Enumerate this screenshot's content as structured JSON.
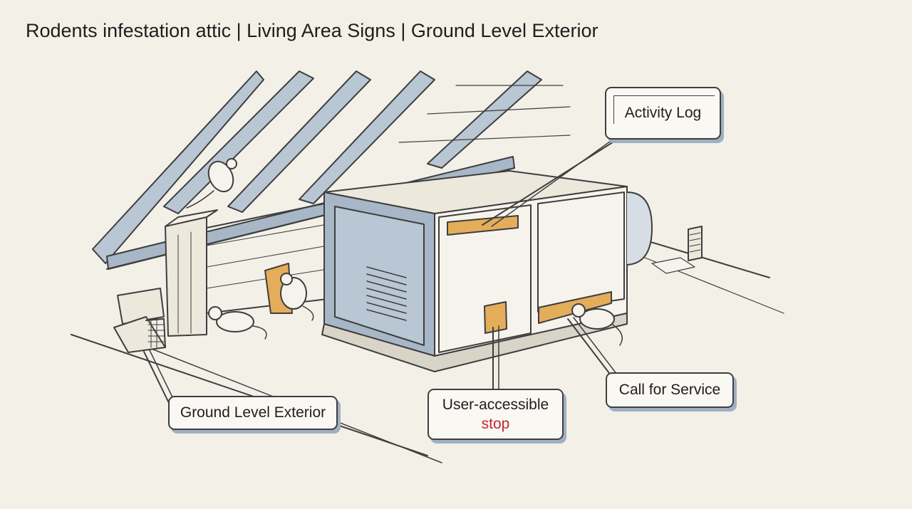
{
  "header": {
    "title": "Rodents infestation attic | Living Area Signs | Ground Level Exterior"
  },
  "callouts": {
    "activity_log": "Activity Log",
    "ground_level": "Ground Level Exterior",
    "user_accessible_line1": "User-accessible",
    "user_accessible_line2": "stop",
    "call_service": "Call for Service"
  },
  "colors": {
    "background": "#f3f0e8",
    "ink": "#3e3e3e",
    "shade_blue": "#9fb0c2",
    "highlight_orange": "#e3ad5a",
    "stop_red": "#c0282d"
  }
}
